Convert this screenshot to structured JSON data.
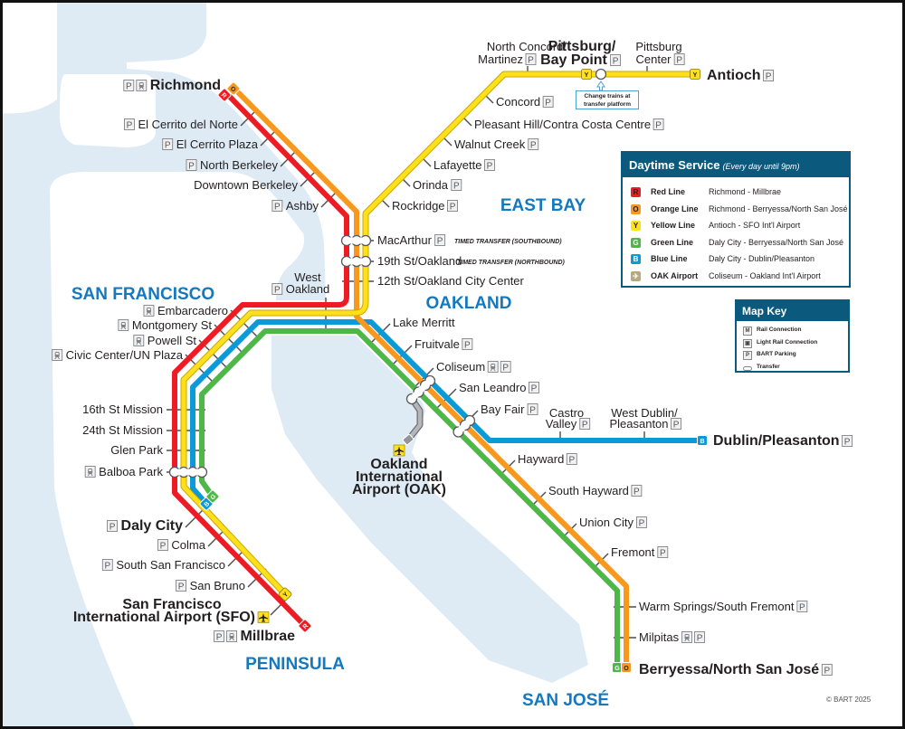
{
  "regions": {
    "east_bay": "EAST BAY",
    "oakland": "OAKLAND",
    "san_francisco": "SAN FRANCISCO",
    "peninsula": "PENINSULA",
    "san_jose": "SAN JOSÉ"
  },
  "colors": {
    "red": "#ed1c24",
    "orange": "#f8981d",
    "yellow": "#ffe01b",
    "green": "#4db848",
    "blue": "#0a9ad7",
    "airport": "#b7a97f",
    "header": "#0b5a7e",
    "region": "#1479bf",
    "water": "#deebf4"
  },
  "line_badges": {
    "red": "R",
    "orange": "O",
    "yellow": "Y",
    "green": "G",
    "blue": "B"
  },
  "timed_transfer": {
    "southbound": "TIMED TRANSFER (SOUTHBOUND)",
    "northbound": "TIMED TRANSFER (NORTHBOUND)"
  },
  "callout": {
    "lines": [
      "Change trains at",
      "transfer platform"
    ]
  },
  "stations": {
    "richmond": {
      "name": "Richmond",
      "icons": [
        "parking-icon",
        "light-rail-icon"
      ]
    },
    "el_cerrito_del_norte": {
      "name": "El Cerrito del Norte",
      "icons": [
        "parking-icon"
      ]
    },
    "el_cerrito_plaza": {
      "name": "El Cerrito Plaza",
      "icons": [
        "parking-icon"
      ]
    },
    "north_berkeley": {
      "name": "North Berkeley",
      "icons": [
        "parking-icon"
      ]
    },
    "downtown_berkeley": {
      "name": "Downtown Berkeley",
      "icons": []
    },
    "ashby": {
      "name": "Ashby",
      "icons": [
        "parking-icon"
      ]
    },
    "macarthur": {
      "name": "MacArthur",
      "icons": [
        "parking-icon"
      ]
    },
    "19th_st": {
      "name": "19th St/Oakland",
      "icons": []
    },
    "12th_st": {
      "name": "12th St/Oakland City Center",
      "icons": []
    },
    "west_oakland": {
      "lines": [
        "West",
        "Oakland"
      ],
      "icons": [
        "parking-icon"
      ]
    },
    "embarcadero": {
      "name": "Embarcadero",
      "icons": [
        "light-rail-icon"
      ]
    },
    "montgomery": {
      "name": "Montgomery St",
      "icons": [
        "light-rail-icon"
      ]
    },
    "powell": {
      "name": "Powell St",
      "icons": [
        "light-rail-icon"
      ]
    },
    "civic_center": {
      "name": "Civic Center/UN Plaza",
      "icons": [
        "light-rail-icon"
      ]
    },
    "16th_st": {
      "name": "16th St Mission",
      "icons": []
    },
    "24th_st": {
      "name": "24th St Mission",
      "icons": []
    },
    "glen_park": {
      "name": "Glen Park",
      "icons": []
    },
    "balboa_park": {
      "name": "Balboa Park",
      "icons": [
        "light-rail-icon"
      ]
    },
    "daly_city": {
      "name": "Daly City",
      "icons": [
        "parking-icon"
      ]
    },
    "colma": {
      "name": "Colma",
      "icons": [
        "parking-icon"
      ]
    },
    "south_sf": {
      "name": "South San Francisco",
      "icons": [
        "parking-icon"
      ]
    },
    "san_bruno": {
      "name": "San Bruno",
      "icons": [
        "parking-icon"
      ]
    },
    "sfo": {
      "lines": [
        "San Francisco",
        "International Airport (SFO)"
      ],
      "icons": [
        "airport-icon"
      ]
    },
    "millbrae": {
      "name": "Millbrae",
      "icons": [
        "parking-icon",
        "rail-connection-icon"
      ]
    },
    "lake_merritt": {
      "name": "Lake Merritt",
      "icons": []
    },
    "fruitvale": {
      "name": "Fruitvale",
      "icons": [
        "parking-icon"
      ]
    },
    "coliseum": {
      "name": "Coliseum",
      "icons": [
        "rail-connection-icon",
        "parking-icon"
      ]
    },
    "san_leandro": {
      "name": "San Leandro",
      "icons": [
        "parking-icon"
      ]
    },
    "bay_fair": {
      "name": "Bay Fair",
      "icons": [
        "parking-icon"
      ]
    },
    "castro_valley": {
      "lines": [
        "Castro",
        "Valley"
      ],
      "icons": [
        "parking-icon"
      ]
    },
    "west_dublin": {
      "lines": [
        "West Dublin/",
        "Pleasanton"
      ],
      "icons": [
        "parking-icon"
      ]
    },
    "dublin": {
      "name": "Dublin/Pleasanton",
      "icons": [
        "parking-icon"
      ]
    },
    "hayward": {
      "name": "Hayward",
      "icons": [
        "parking-icon"
      ]
    },
    "south_hayward": {
      "name": "South Hayward",
      "icons": [
        "parking-icon"
      ]
    },
    "union_city": {
      "name": "Union City",
      "icons": [
        "parking-icon"
      ]
    },
    "fremont": {
      "name": "Fremont",
      "icons": [
        "parking-icon"
      ]
    },
    "warm_springs": {
      "name": "Warm Springs/South Fremont",
      "icons": [
        "parking-icon"
      ]
    },
    "milpitas": {
      "name": "Milpitas",
      "icons": [
        "light-rail-icon",
        "parking-icon"
      ]
    },
    "berryessa": {
      "name": "Berryessa/North San José",
      "icons": [
        "parking-icon"
      ]
    },
    "concord": {
      "name": "Concord",
      "icons": [
        "parking-icon"
      ]
    },
    "pleasant_hill": {
      "name": "Pleasant Hill/Contra Costa Centre",
      "icons": [
        "parking-icon"
      ]
    },
    "walnut_creek": {
      "name": "Walnut Creek",
      "icons": [
        "parking-icon"
      ]
    },
    "lafayette": {
      "name": "Lafayette",
      "icons": [
        "parking-icon"
      ]
    },
    "orinda": {
      "name": "Orinda",
      "icons": [
        "parking-icon"
      ]
    },
    "rockridge": {
      "name": "Rockridge",
      "icons": [
        "parking-icon"
      ]
    },
    "north_concord": {
      "lines": [
        "North Concord/",
        "Martinez"
      ],
      "icons": [
        "parking-icon"
      ]
    },
    "pittsburg_bay_point": {
      "lines": [
        "Pittsburg/",
        "Bay Point"
      ],
      "icons": [
        "parking-icon"
      ]
    },
    "pittsburg_center": {
      "lines": [
        "Pittsburg",
        "Center"
      ],
      "icons": [
        "parking-icon"
      ]
    },
    "antioch": {
      "name": "Antioch",
      "icons": [
        "parking-icon"
      ]
    },
    "oak_airport": {
      "lines": [
        "Oakland",
        "International",
        "Airport (OAK)"
      ],
      "icons": [
        "airport-icon"
      ]
    }
  },
  "legend": {
    "title": "Daytime Service",
    "subtitle": "(Every day until 9pm)",
    "rows": [
      {
        "badge": "R",
        "label": "Red Line",
        "route": "Richmond - Millbrae",
        "color": "#ed1c24"
      },
      {
        "badge": "O",
        "label": "Orange Line",
        "route": "Richmond - Berryessa/North San José",
        "color": "#f8981d"
      },
      {
        "badge": "Y",
        "label": "Yellow Line",
        "route": "Antioch - SFO Int'l Airport",
        "color": "#ffe01b"
      },
      {
        "badge": "G",
        "label": "Green Line",
        "route": "Daly City - Berryessa/North San José",
        "color": "#4db848"
      },
      {
        "badge": "B",
        "label": "Blue Line",
        "route": "Daly City - Dublin/Pleasanton",
        "color": "#0a9ad7"
      },
      {
        "badge": "✈",
        "label": "OAK Airport",
        "route": "Coliseum - Oakland Int'l Airport",
        "color": "#b7a97f"
      }
    ]
  },
  "map_key": {
    "title": "Map Key",
    "items": [
      {
        "icon": "rail-connection-icon",
        "glyph": "M",
        "label": "Rail Connection"
      },
      {
        "icon": "light-rail-icon",
        "glyph": "▣",
        "label": "Light Rail Connection"
      },
      {
        "icon": "parking-icon",
        "glyph": "P",
        "label": "BART Parking"
      },
      {
        "icon": "transfer-icon",
        "glyph": "",
        "label": "Transfer"
      }
    ]
  },
  "copyright": "© BART 2025"
}
